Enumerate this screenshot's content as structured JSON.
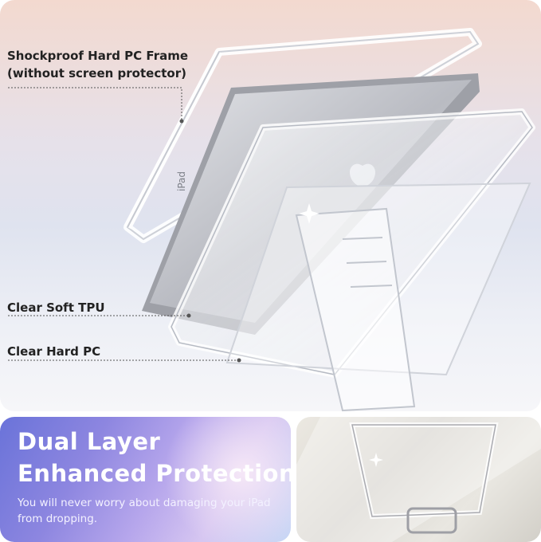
{
  "callouts": {
    "frame_line1": "Shockproof Hard PC Frame",
    "frame_line2": "(without screen protector)",
    "tpu": "Clear Soft TPU",
    "hard_pc": "Clear Hard PC"
  },
  "feature_card": {
    "title_line1": "Dual Layer",
    "title_line2": "Enhanced Protection",
    "description": "You will never worry about damaging your iPad from dropping."
  },
  "device_engraving": "iPad",
  "icons": [
    "apple-logo-icon",
    "sparkle-icon"
  ],
  "colors": {
    "callout_text": "#222222",
    "card_gradient_start": "#6a73d9",
    "card_gradient_end": "#c7d7f5",
    "tablet_silver": "#c9cbd1"
  }
}
